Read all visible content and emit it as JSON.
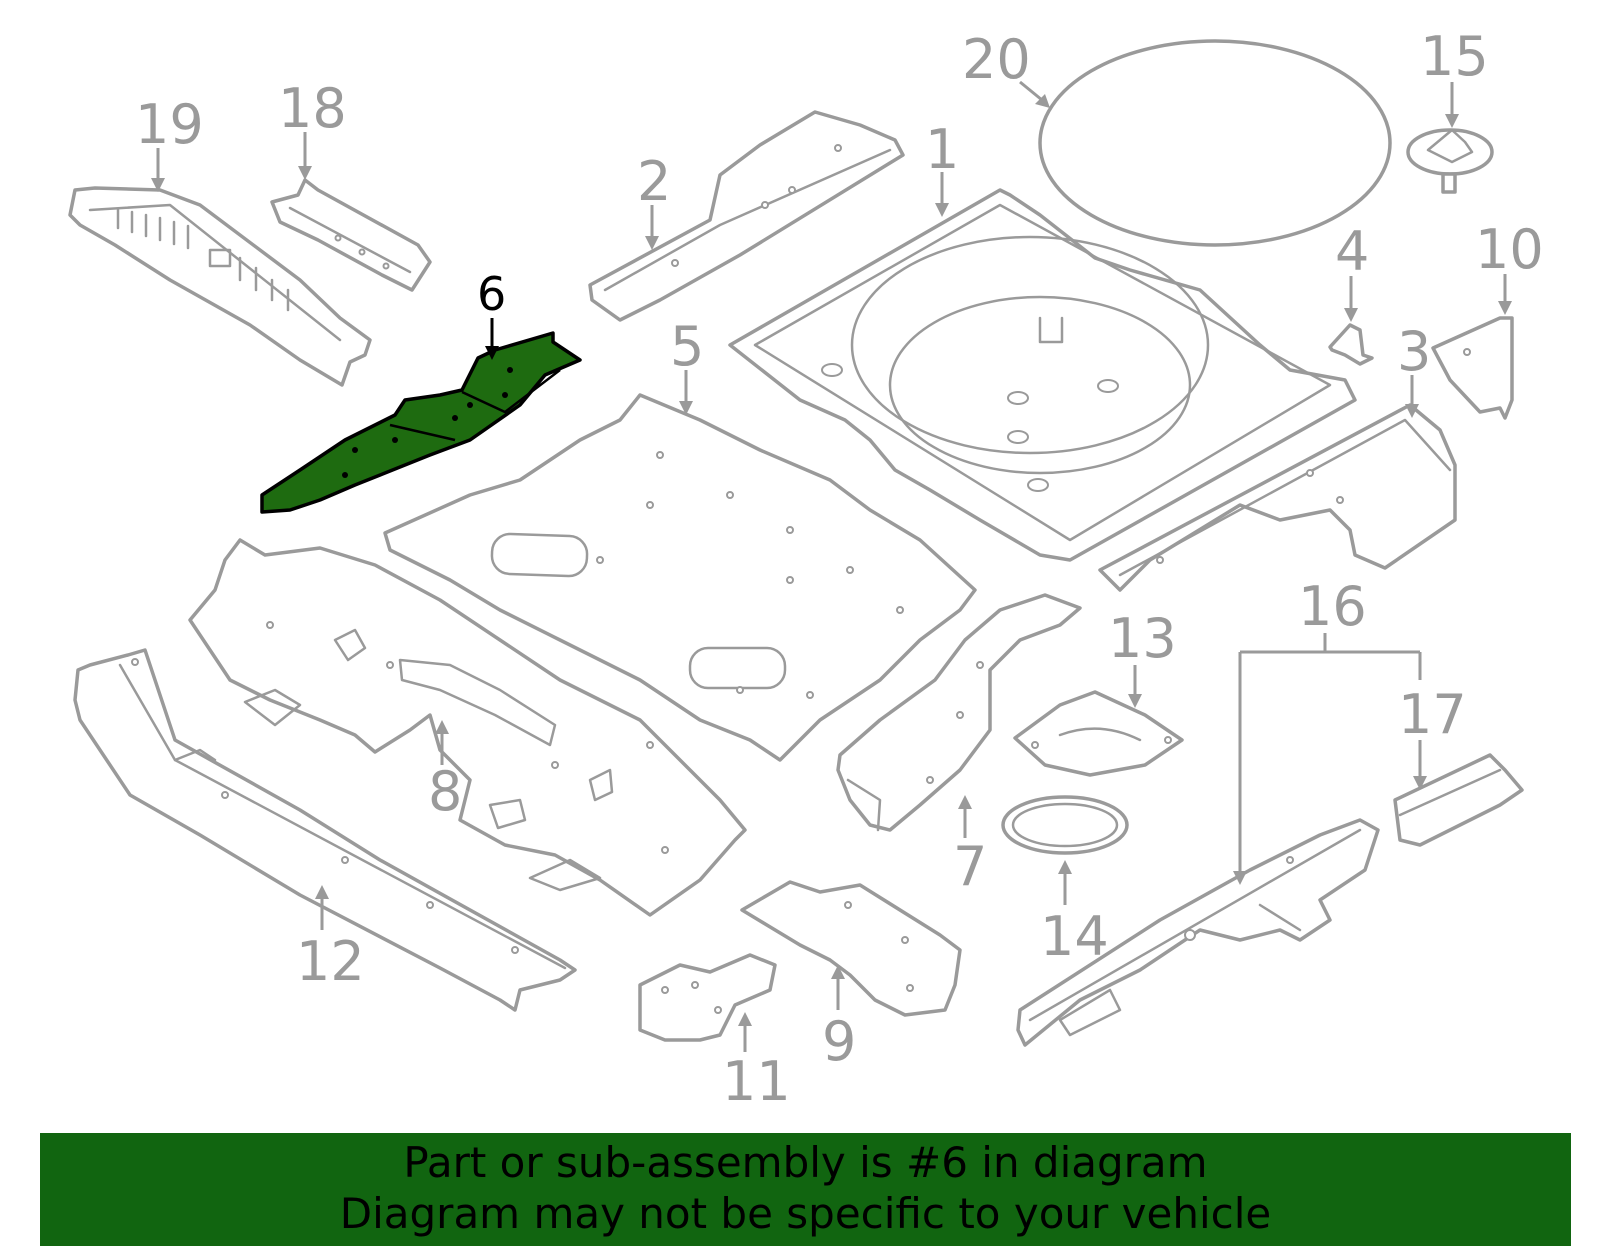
{
  "diagram": {
    "highlighted_part": "6",
    "callouts": [
      "1",
      "2",
      "3",
      "4",
      "5",
      "6",
      "7",
      "8",
      "9",
      "10",
      "11",
      "12",
      "13",
      "14",
      "15",
      "16",
      "17",
      "18",
      "19",
      "20"
    ]
  },
  "banner": {
    "line1": "Part or sub-assembly is #6 in diagram",
    "line2": "Diagram may not be specific to your vehicle"
  },
  "colors": {
    "highlight_fill": "#1e6b10",
    "banner_background": "#116510",
    "line_gray": "#9a9a9a"
  }
}
